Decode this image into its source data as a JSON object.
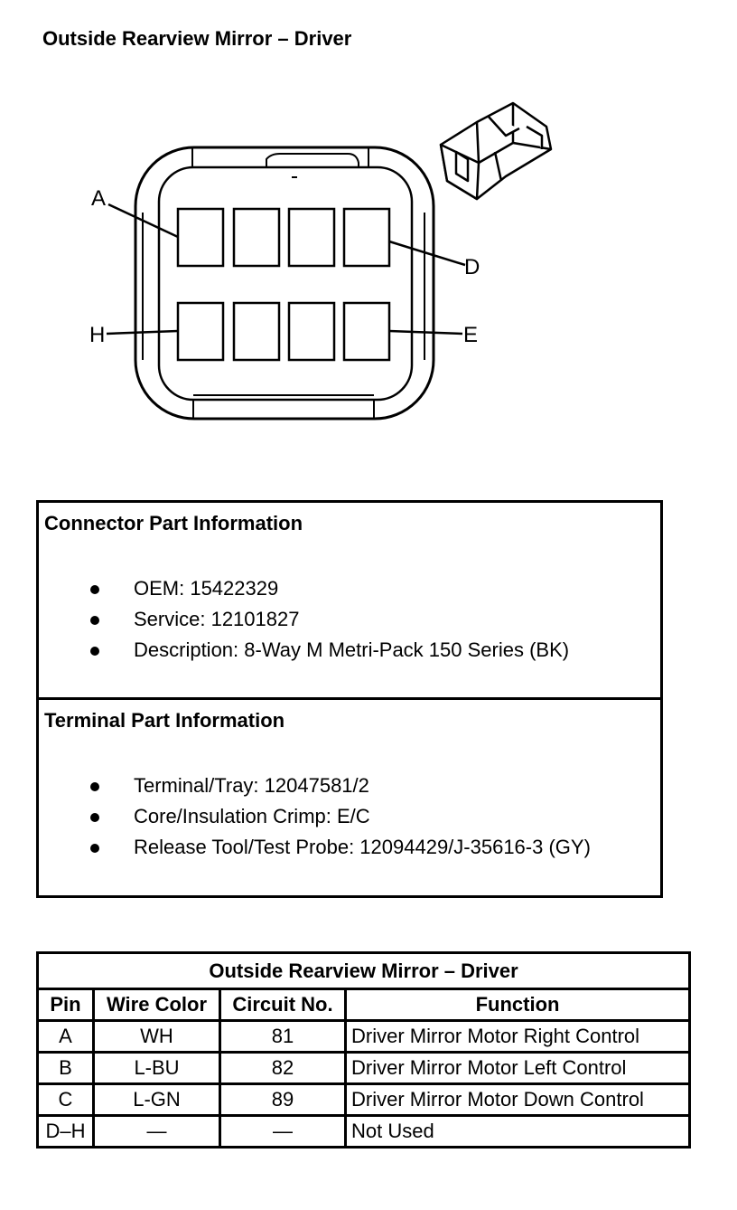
{
  "page": {
    "title": "Outside Rearview Mirror – Driver"
  },
  "diagram": {
    "pin_labels": {
      "A": "A",
      "D": "D",
      "H": "H",
      "E": "E"
    }
  },
  "connector_info": {
    "heading": "Connector Part Information",
    "items": [
      "OEM: 15422329",
      "Service: 12101827",
      "Description: 8-Way M Metri-Pack 150 Series (BK)"
    ]
  },
  "terminal_info": {
    "heading": "Terminal Part Information",
    "items": [
      "Terminal/Tray: 12047581/2",
      "Core/Insulation Crimp: E/C",
      "Release Tool/Test Probe: 12094429/J-35616-3 (GY)"
    ]
  },
  "pin_table": {
    "title": "Outside Rearview Mirror – Driver",
    "headers": [
      "Pin",
      "Wire Color",
      "Circuit No.",
      "Function"
    ],
    "rows": [
      [
        "A",
        "WH",
        "81",
        "Driver Mirror Motor Right Control"
      ],
      [
        "B",
        "L-BU",
        "82",
        "Driver Mirror Motor Left Control"
      ],
      [
        "C",
        "L-GN",
        "89",
        "Driver Mirror Motor Down Control"
      ],
      [
        "D–H",
        "—",
        "—",
        "Not Used"
      ]
    ]
  }
}
